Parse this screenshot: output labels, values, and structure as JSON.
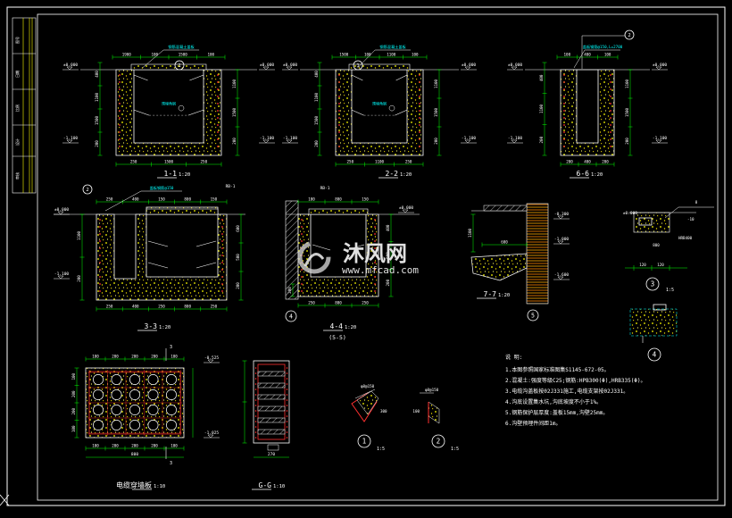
{
  "drawing": {
    "title_block_labels": [
      "图号",
      "日期",
      "比例",
      "设计",
      "审核"
    ],
    "watermark": {
      "brand_cn": "沐风网",
      "url": "www.mfcad.com"
    },
    "colors": {
      "background": "#000000",
      "frame": "#ffffff",
      "dimension": "#00ff00",
      "concrete": "#ffff00",
      "rebar": "#ff3030",
      "text": "#ffffff",
      "annotation": "#00ffff"
    },
    "sections": [
      {
        "id": "s11",
        "caption": "1-1",
        "scale": "1:20",
        "top_dims": [
          "1900",
          "100",
          "1500",
          "100"
        ],
        "bottom_dims": [
          "250",
          "1500",
          "250"
        ],
        "left_dims": [
          "400",
          "1100",
          "1500",
          "200"
        ],
        "right_dims": [
          "1100",
          "1500",
          "200"
        ],
        "levels": [
          "±0.000",
          "-1.100",
          "±0.000",
          "-1.100"
        ],
        "leader_top": "钢筋混凝土盖板",
        "leader_mid": "预埋角钢"
      },
      {
        "id": "s22",
        "caption": "2-2",
        "scale": "1:20",
        "top_dims": [
          "1500",
          "100",
          "1100",
          "100"
        ],
        "bottom_dims": [
          "250",
          "1100",
          "250"
        ],
        "left_dims": [
          "400",
          "1100",
          "1500",
          "200"
        ],
        "right_dims": [
          "1100",
          "1500",
          "200"
        ],
        "levels": [
          "±0.000",
          "-1.100",
          "±0.000",
          "-1.100"
        ],
        "leader_top": "钢筋混凝土盖板",
        "leader_mid": "预埋角钢"
      },
      {
        "id": "s66",
        "caption": "6-6",
        "scale": "1:20",
        "top_dims": [
          "100",
          "400",
          "100"
        ],
        "bottom_dims": [
          "200",
          "400",
          "200"
        ],
        "left_dims": [
          "400",
          "1100",
          "200"
        ],
        "right_dims": [
          "1100",
          "1500",
          "200"
        ],
        "levels": [
          "±0.000",
          "-1.100",
          "±0.000",
          "-1.100"
        ],
        "leader_top": "盖板钢筋@150,L=2700"
      },
      {
        "id": "s33",
        "caption": "3-3",
        "scale": "1:20",
        "top_dims": [
          "250",
          "400",
          "150",
          "800",
          "150"
        ],
        "bottom_dims": [
          "250",
          "400",
          "250",
          "800",
          "250"
        ],
        "left_dims": [
          "1100",
          "200"
        ],
        "right_dims": [
          "600",
          "500",
          "200"
        ],
        "levels": [
          "±0.000",
          "-1.100"
        ],
        "leader_top": "盖板钢筋@150",
        "tag": "RB-1"
      },
      {
        "id": "s44",
        "caption": "4-4",
        "caption_sub": "(5-5)",
        "scale": "1:20",
        "top_dims": [
          "100",
          "800",
          "150"
        ],
        "bottom_dims": [
          "250",
          "800",
          "250"
        ],
        "left_dims": [
          "150",
          "200"
        ],
        "right_dims": [
          "400",
          "500",
          "200"
        ],
        "levels": [
          "±0.000"
        ],
        "tag": "RB-1",
        "bubble": "4"
      },
      {
        "id": "s77",
        "caption": "7-7",
        "scale": "1:20",
        "dims": [
          "1100",
          "600"
        ],
        "levels": [
          "-0.300",
          "-1.000",
          "-1.600"
        ],
        "bubble": "5"
      }
    ],
    "details": [
      {
        "id": "d3",
        "number": "3",
        "scale": "1:5",
        "labels": [
          "±0.000",
          "8",
          "-10",
          "800",
          "120",
          "HRB400"
        ]
      },
      {
        "id": "d4",
        "number": "4"
      },
      {
        "id": "d1",
        "number": "1",
        "scale": "1:5",
        "labels": [
          "φ8@150",
          "300"
        ]
      },
      {
        "id": "d2",
        "number": "2",
        "scale": "1:5",
        "labels": [
          "φ8@150",
          "100"
        ]
      }
    ],
    "plate": {
      "caption": "电缆穿墙板",
      "scale": "1:10",
      "top_dims": [
        "100",
        "200",
        "200",
        "200",
        "100"
      ],
      "bottom_dims": [
        "100",
        "200",
        "200",
        "200",
        "100"
      ],
      "total": "800",
      "right_levels": [
        "-0.525",
        "-1.025"
      ],
      "tags": [
        "3",
        "3"
      ]
    },
    "section_gg": {
      "caption": "G-G",
      "scale": "1:10",
      "dim": "270"
    },
    "notes": {
      "heading": "说  明:",
      "lines": [
        "1.本图参照国家标准图集S1145-672-05。",
        "2.混凝土:强度等级C25;钢筋:HPB300(Φ),HRB335(Φ)。",
        "3.电缆沟盖板按02J331施工,电缆支架按02J331。",
        "4.沟底设置集水坑,沟底坡度不小于1%。",
        "5.钢筋保护层厚度:盖板15mm,沟壁25mm。",
        "6.沟壁预埋件间距1m。"
      ]
    }
  }
}
